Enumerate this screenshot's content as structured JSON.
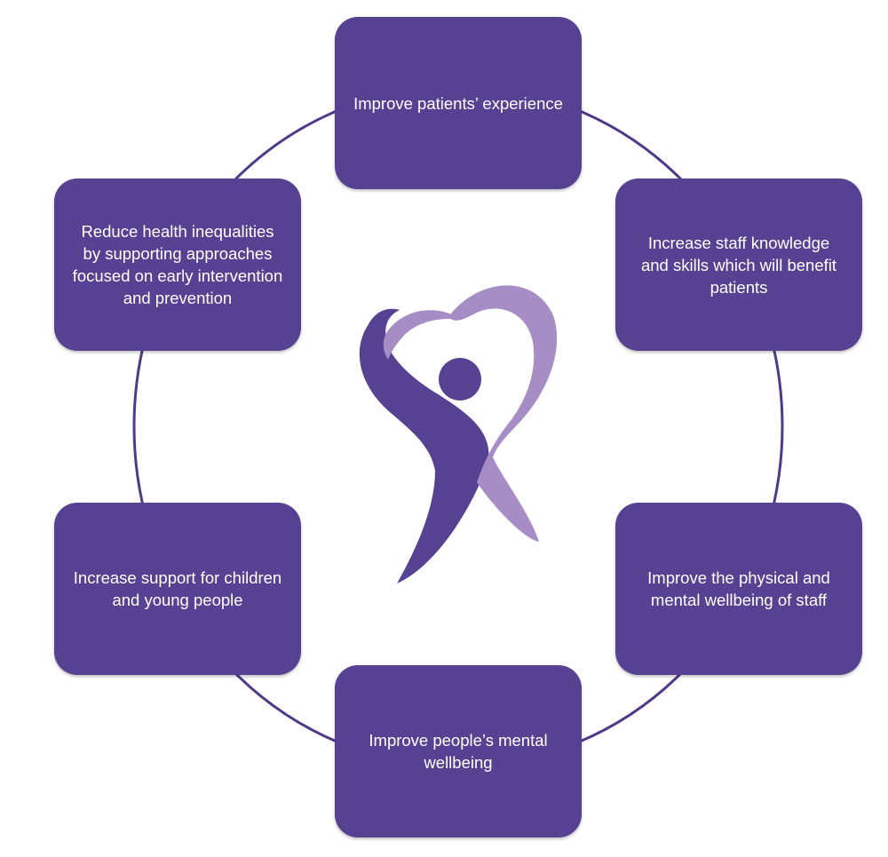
{
  "colors": {
    "box_fill": "#574192",
    "ring_stroke": "#4f3a89",
    "logo_dark": "#574192",
    "logo_light": "#a78dc5"
  },
  "nodes": {
    "top": "Improve patients’ experience",
    "right_upper": "Increase staff knowledge and skills which will benefit patients",
    "right_lower": "Improve the physical and mental wellbeing of staff",
    "bottom": "Improve  people’s mental wellbeing",
    "left_lower": "Increase support for children and young people",
    "left_upper": "Reduce health inequalities by supporting approaches focused on early intervention and prevention"
  },
  "logo": {
    "icon": "heart-person-icon"
  }
}
